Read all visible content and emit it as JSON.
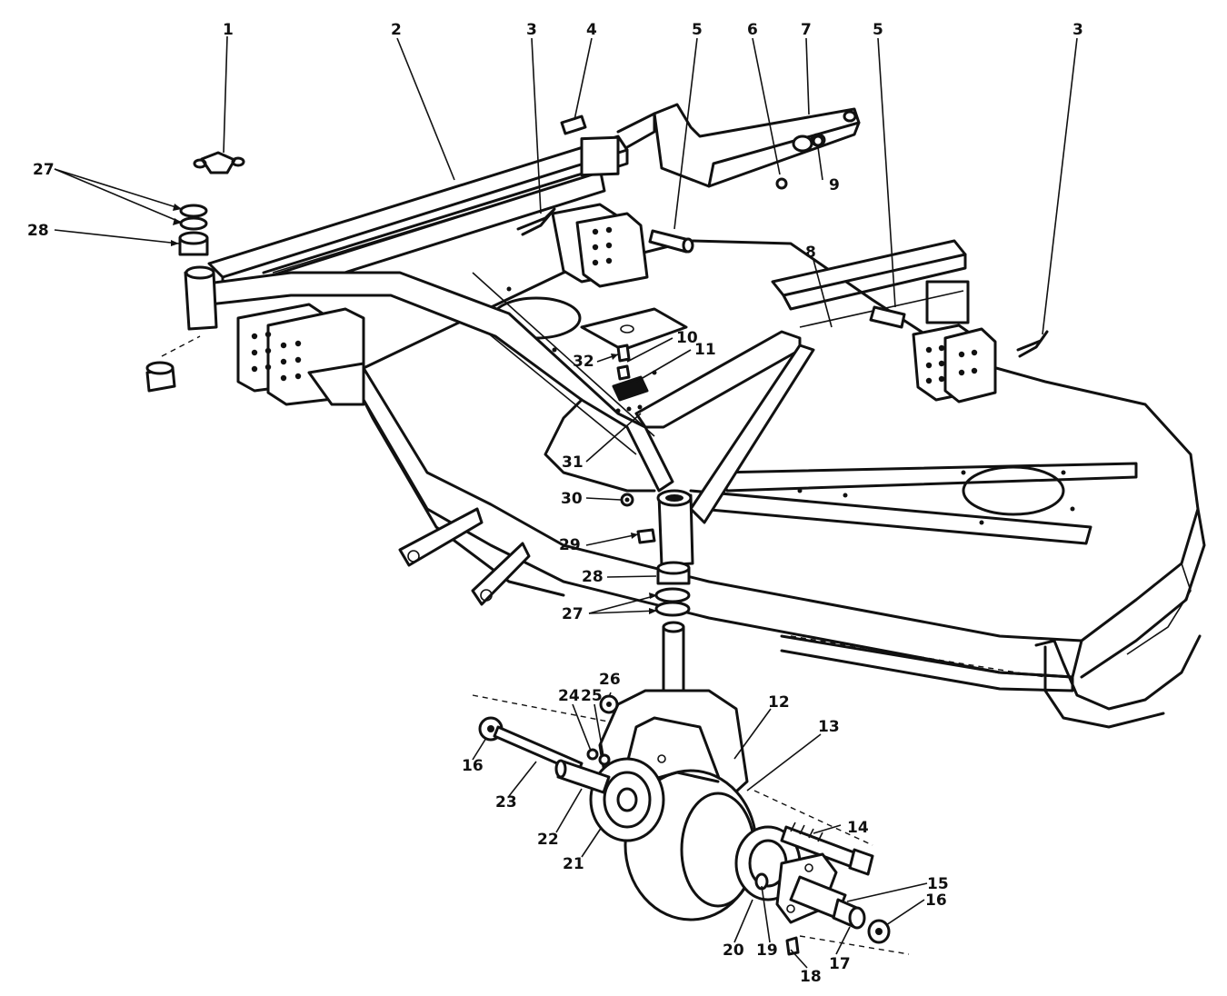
{
  "callouts": [
    {
      "id": "1",
      "label": "1"
    },
    {
      "id": "2",
      "label": "2"
    },
    {
      "id": "3a",
      "label": "3"
    },
    {
      "id": "4",
      "label": "4"
    },
    {
      "id": "5a",
      "label": "5"
    },
    {
      "id": "6",
      "label": "6"
    },
    {
      "id": "7",
      "label": "7"
    },
    {
      "id": "5b",
      "label": "5"
    },
    {
      "id": "3b",
      "label": "3"
    },
    {
      "id": "9",
      "label": "9"
    },
    {
      "id": "27a",
      "label": "27"
    },
    {
      "id": "28a",
      "label": "28"
    },
    {
      "id": "8",
      "label": "8"
    },
    {
      "id": "10",
      "label": "10"
    },
    {
      "id": "11",
      "label": "11"
    },
    {
      "id": "32",
      "label": "32"
    },
    {
      "id": "31",
      "label": "31"
    },
    {
      "id": "30",
      "label": "30"
    },
    {
      "id": "29",
      "label": "29"
    },
    {
      "id": "28b",
      "label": "28"
    },
    {
      "id": "27b",
      "label": "27"
    },
    {
      "id": "26",
      "label": "26"
    },
    {
      "id": "24",
      "label": "24"
    },
    {
      "id": "25",
      "label": "25"
    },
    {
      "id": "12",
      "label": "12"
    },
    {
      "id": "13",
      "label": "13"
    },
    {
      "id": "16a",
      "label": "16"
    },
    {
      "id": "23",
      "label": "23"
    },
    {
      "id": "22",
      "label": "22"
    },
    {
      "id": "21",
      "label": "21"
    },
    {
      "id": "14",
      "label": "14"
    },
    {
      "id": "15",
      "label": "15"
    },
    {
      "id": "16b",
      "label": "16"
    },
    {
      "id": "20",
      "label": "20"
    },
    {
      "id": "19",
      "label": "19"
    },
    {
      "id": "17",
      "label": "17"
    },
    {
      "id": "18",
      "label": "18"
    }
  ]
}
